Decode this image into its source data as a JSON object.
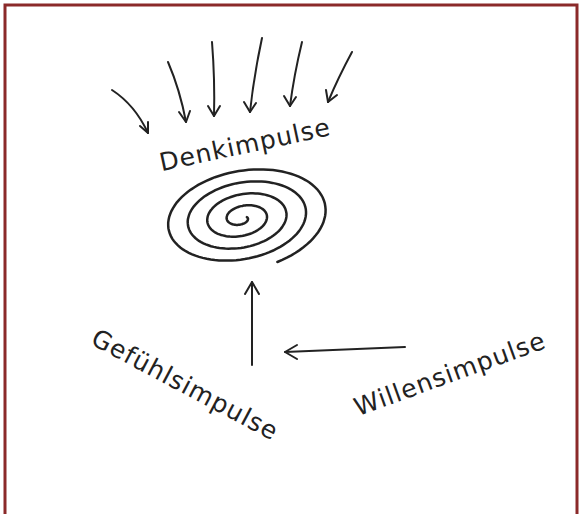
{
  "diagram": {
    "labels": [
      "Denkimpulse",
      "Gefühlsimpulse",
      "Willensimpulse"
    ]
  }
}
